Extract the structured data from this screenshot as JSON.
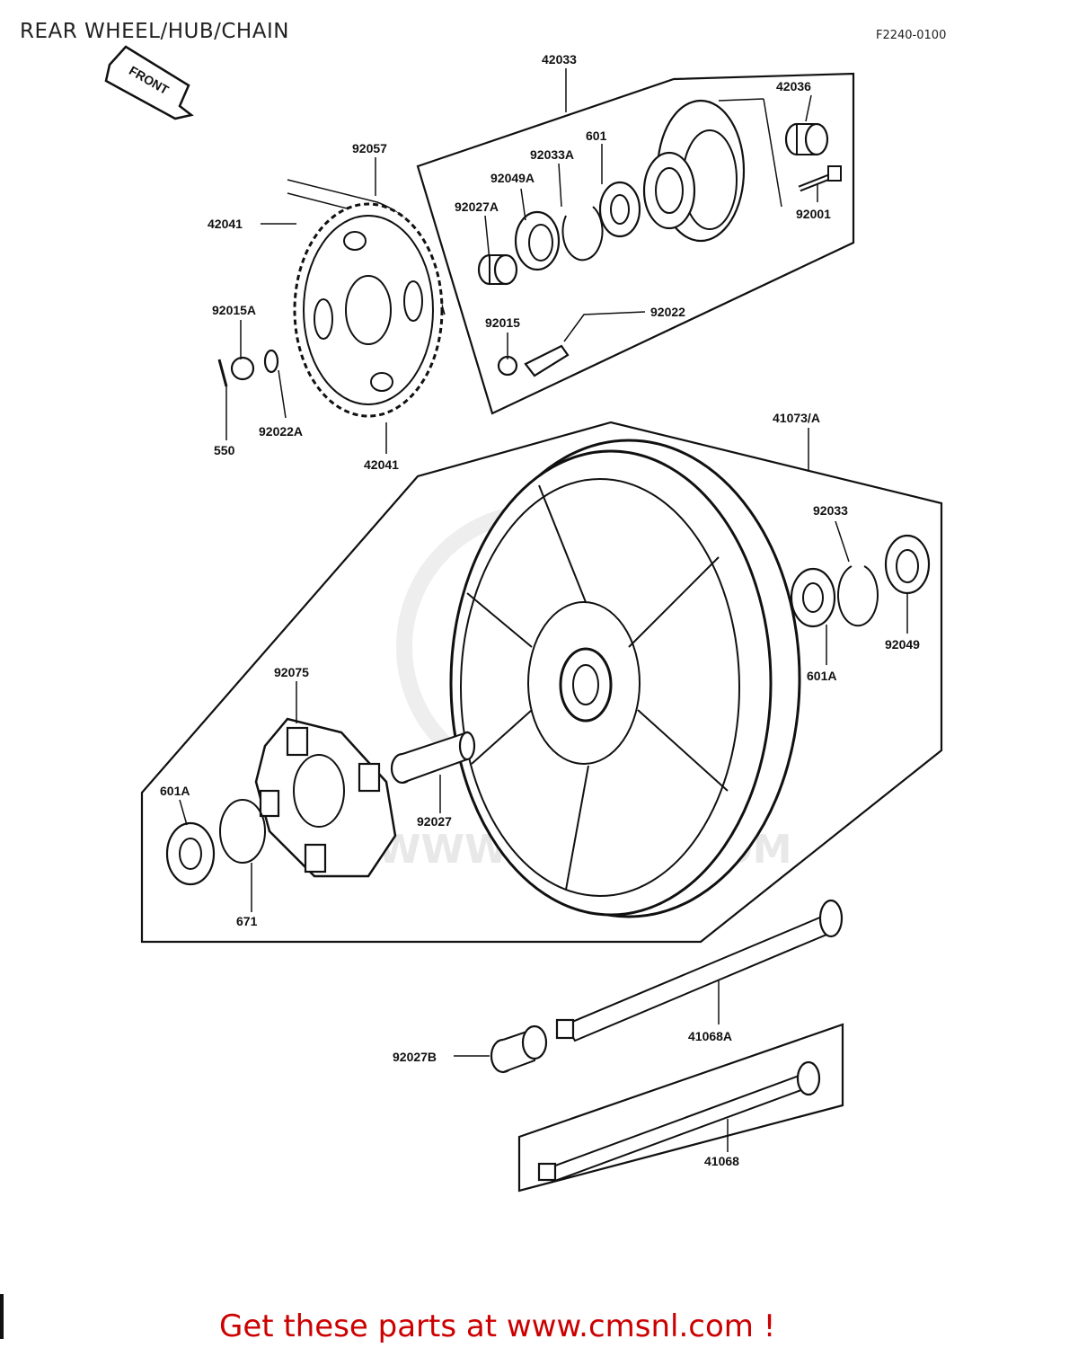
{
  "header": {
    "title": "REAR WHEEL/HUB/CHAIN",
    "diagram_code": "F2240-0100"
  },
  "front_arrow_label": "FRONT",
  "watermark": "WWW.CMSNL.COM",
  "parts": {
    "p42033": "42033",
    "p42036": "42036",
    "p92057": "92057",
    "p92033A": "92033A",
    "p601": "601",
    "p92049A": "92049A",
    "p92027A": "92027A",
    "p42041_top": "42041",
    "p92001": "92001",
    "p92015A": "92015A",
    "p92015": "92015",
    "p92022": "92022",
    "p550": "550",
    "p92022A": "92022A",
    "p42041_bottom": "42041",
    "p41073A": "41073/A",
    "p92033": "92033",
    "p92049": "92049",
    "p601A_right": "601A",
    "p92075": "92075",
    "p601A_left": "601A",
    "p92027": "92027",
    "p671": "671",
    "p41068A": "41068A",
    "p92027B": "92027B",
    "p41068": "41068"
  },
  "footer": {
    "text": "Get these parts at www.cmsnl.com !",
    "color": "#cc0000"
  }
}
